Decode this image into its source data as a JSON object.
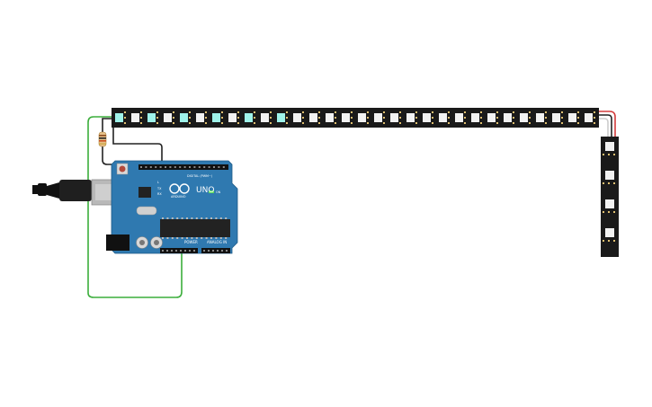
{
  "board": {
    "model": "UNO",
    "brand": "ARDUINO",
    "digital_label": "DIGITAL (PWM~)",
    "power_label": "POWER",
    "analog_label": "ANALOG IN",
    "on_label": "ON",
    "tx_label": "TX",
    "rx_label": "RX",
    "l_label": "L"
  },
  "strip": {
    "horizontal_pixels": 30,
    "lit_pixels": 6,
    "vertical_pixels": 4
  },
  "colors": {
    "strip_body": "#1a1a1a",
    "led_lit": "#9ff3ea",
    "led_off": "#f2f2f2",
    "board": "#2f79b0",
    "wire_green": "#3cae3c",
    "wire_black": "#222222",
    "wire_red": "#d23b3b",
    "wire_white": "#cccccc",
    "usb": "#b9b9b9"
  }
}
